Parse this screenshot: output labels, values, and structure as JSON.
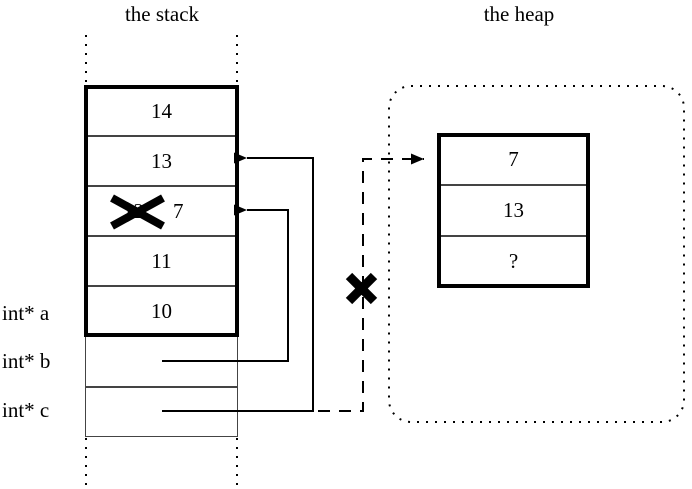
{
  "diagram": {
    "titles": {
      "stack": "the stack",
      "heap": "the heap"
    },
    "stack": {
      "frame_cells": [
        {
          "value": "14"
        },
        {
          "value": "13"
        },
        {
          "value": "7",
          "struck_value": "12",
          "struck": true
        },
        {
          "value": "11"
        },
        {
          "value": "10"
        }
      ],
      "pointer_cells": [
        {
          "value": ""
        },
        {
          "value": ""
        }
      ],
      "labels": [
        {
          "name": "int* a",
          "text": "int* a"
        },
        {
          "name": "int* b",
          "text": "int* b"
        },
        {
          "name": "int* c",
          "text": "int* c"
        }
      ]
    },
    "heap": {
      "cells": [
        {
          "value": "7"
        },
        {
          "value": "13"
        },
        {
          "value": "?"
        }
      ]
    },
    "marks": {
      "struck_stack_value": "12",
      "struck_pointer_note": "X"
    },
    "colors": {
      "stroke": "#000000",
      "thin_stroke": "#444444",
      "background": "#ffffff",
      "dotted_region": "#000000"
    }
  }
}
